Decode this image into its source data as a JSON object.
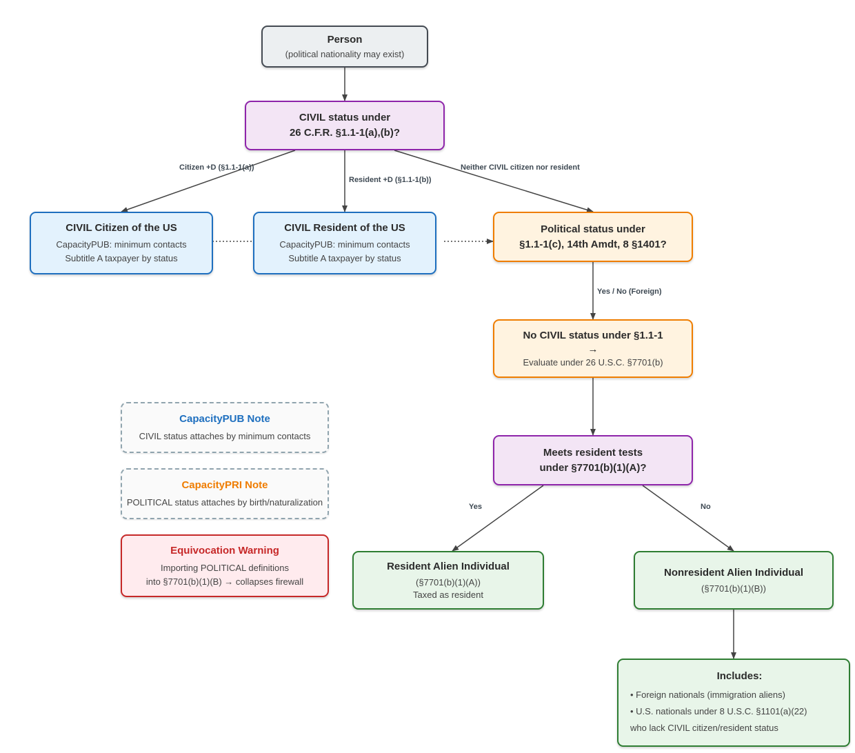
{
  "nodes": {
    "person": {
      "title": "Person",
      "sub": "(political nationality may exist)"
    },
    "civil_q": {
      "line1": "CIVIL status under",
      "line2": "26 C.F.R. §1.1-1(a),(b)?"
    },
    "civil_citizen": {
      "title": "CIVIL Citizen of the US",
      "line1": "CapacityPUB: minimum contacts",
      "line2": "Subtitle A taxpayer by status"
    },
    "civil_resident": {
      "title": "CIVIL Resident of the US",
      "line1": "CapacityPUB: minimum contacts",
      "line2": "Subtitle A taxpayer by status"
    },
    "political_q": {
      "line1": "Political status under",
      "line2": "§1.1-1(c), 14th Amdt, 8 §1401?"
    },
    "no_civil": {
      "title": "No CIVIL status under §1.1-1",
      "arrow": "→",
      "sub": "Evaluate under 26 U.S.C. §7701(b)"
    },
    "resident_tests": {
      "line1": "Meets resident tests",
      "line2": "under §7701(b)(1)(A)?"
    },
    "resident_alien": {
      "title": "Resident Alien Individual",
      "line1": "(§7701(b)(1)(A))",
      "line2": "Taxed as resident"
    },
    "nonresident_alien": {
      "title": "Nonresident Alien Individual",
      "sub": "(§7701(b)(1)(B))"
    },
    "includes": {
      "title": "Includes:",
      "item1": "• Foreign nationals (immigration aliens)",
      "item2": "• U.S. nationals under 8 U.S.C. §1101(a)(22)",
      "item3": "who lack CIVIL citizen/resident status"
    }
  },
  "notes": {
    "pub": {
      "title": "CapacityPUB Note",
      "text": "CIVIL status attaches by minimum contacts",
      "color": "#1e6fbf"
    },
    "pri": {
      "title": "CapacityPRI Note",
      "text": "POLITICAL status attaches by birth/naturalization",
      "color": "#ef7d00"
    },
    "warning": {
      "title": "Equivocation Warning",
      "line1": "Importing POLITICAL definitions",
      "line2": "into §7701(b)(1)(B) → collapses firewall",
      "color": "#c62828"
    }
  },
  "edge_labels": {
    "citizen": "Citizen +D (§1.1-1(a))",
    "resident": "Resident +D (§1.1-1(b))",
    "neither": "Neither CIVIL citizen nor resident",
    "yes_no_foreign": "Yes / No (Foreign)",
    "yes": "Yes",
    "no": "No"
  }
}
